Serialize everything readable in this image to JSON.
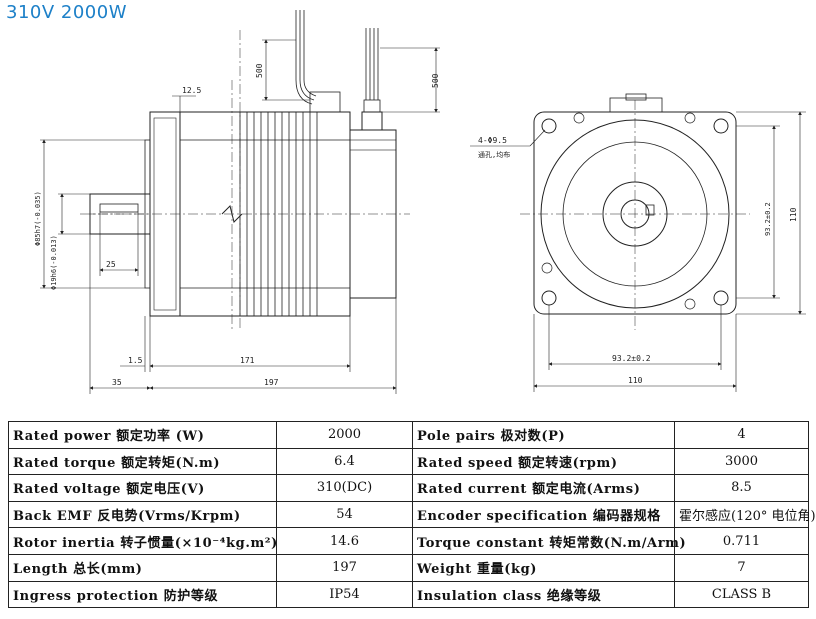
{
  "title": "310V  2000W",
  "dimensions": {
    "lead_length_left": "500",
    "lead_length_right": "500",
    "flange_thickness": "12.5",
    "boss_diameter": "Φ85h7(-0.035)",
    "shaft_diameter": "Φ19h6(-0.013)",
    "key_length": "25",
    "pilot_height": "1.5",
    "body_length": "171",
    "shaft_length": "35",
    "total_length": "197",
    "hole_spec": "4-Φ9.5",
    "hole_note": "通孔,均布",
    "bolt_circle_v": "93.2±0.2",
    "flange_width_v": "110",
    "bolt_circle_h": "93.2±0.2",
    "flange_width_h": "110"
  },
  "specs": [
    {
      "label_l": "Rated power 额定功率 (W)",
      "value_l": "2000",
      "label_r": "Pole pairs 极对数(P)",
      "value_r": "4"
    },
    {
      "label_l": "Rated torque 额定转矩(N.m)",
      "value_l": "6.4",
      "label_r": "Rated speed 额定转速(rpm)",
      "value_r": "3000"
    },
    {
      "label_l": "Rated voltage 额定电压(V)",
      "value_l": "310(DC)",
      "label_r": "Rated current 额定电流(Arms)",
      "value_r": "8.5"
    },
    {
      "label_l": "Back EMF 反电势(Vrms/Krpm)",
      "value_l": "54",
      "label_r": "Encoder specification 编码器规格",
      "value_r": "霍尔感应(120° 电位角)"
    },
    {
      "label_l": "Rotor inertia 转子惯量(×10⁻⁴kg.m²)",
      "value_l": "14.6",
      "label_r": "Torque constant 转矩常数(N.m/Arm)",
      "value_r": "0.711"
    },
    {
      "label_l": "Length 总长(mm)",
      "value_l": "197",
      "label_r": "Weight 重量(kg)",
      "value_r": "7"
    },
    {
      "label_l": "Ingress protection 防护等级",
      "value_l": "IP54",
      "label_r": "Insulation class 绝缘等级",
      "value_r": "CLASS B"
    }
  ]
}
